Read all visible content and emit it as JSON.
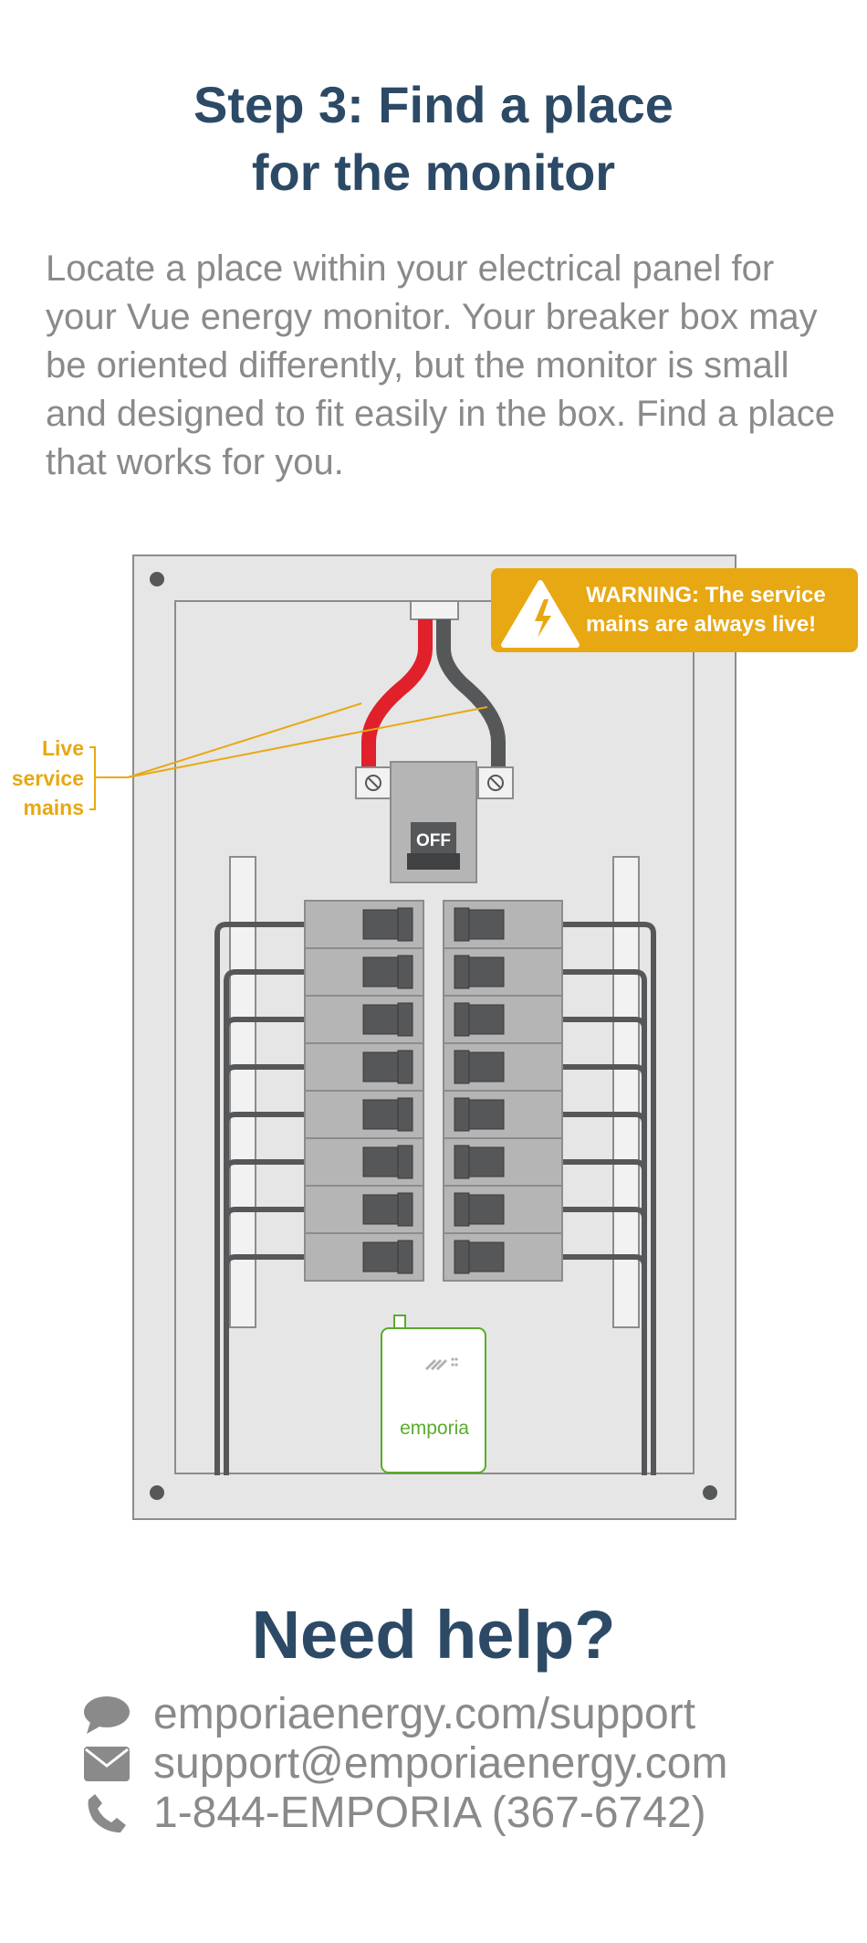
{
  "title": {
    "line1": "Step 3: Find a place",
    "line2": "for the monitor"
  },
  "intro": "Locate a place within your electrical panel for your Vue energy monitor. Your breaker box may be oriented differently, but the monitor is small and designed to fit easily in the box. Find a place that works for you.",
  "diagram": {
    "warning": {
      "line1": "WARNING: The service",
      "line2": "mains are always live!"
    },
    "callout": {
      "line1": "Live",
      "line2": "service",
      "line3": "mains"
    },
    "main_breaker_label": "OFF",
    "monitor_brand": "emporia",
    "colors": {
      "accent": "#e8a813",
      "live_wire": "#e0202b",
      "neutral_wire": "#555759",
      "monitor": "#5aab2c",
      "panel": "#e6e6e6"
    }
  },
  "help": {
    "title": "Need help?",
    "contacts": [
      {
        "icon": "chat-bubble-icon",
        "text": "emporiaenergy.com/support"
      },
      {
        "icon": "envelope-icon",
        "text": "support@emporiaenergy.com"
      },
      {
        "icon": "phone-icon",
        "text": "1-844-EMPORIA (367-6742)"
      }
    ]
  }
}
